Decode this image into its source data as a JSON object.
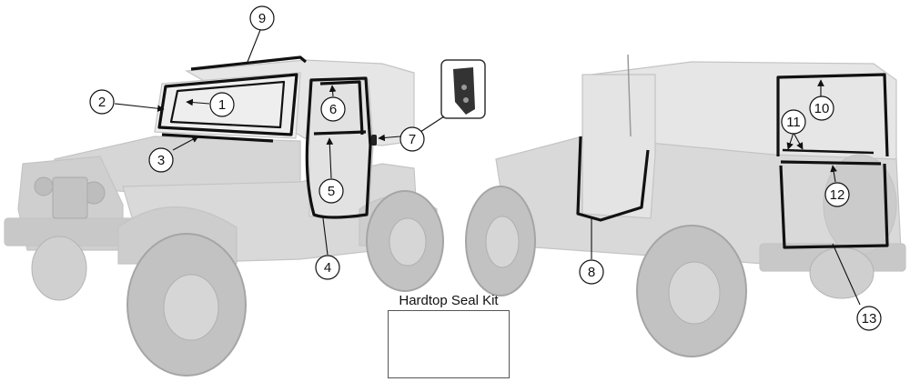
{
  "kit": {
    "title": "Hardtop Seal Kit"
  },
  "callouts": [
    {
      "id": "c1",
      "label": "1"
    },
    {
      "id": "c2",
      "label": "2"
    },
    {
      "id": "c3",
      "label": "3"
    },
    {
      "id": "c4",
      "label": "4"
    },
    {
      "id": "c5",
      "label": "5"
    },
    {
      "id": "c6",
      "label": "6"
    },
    {
      "id": "c7",
      "label": "7"
    },
    {
      "id": "c8",
      "label": "8"
    },
    {
      "id": "c9",
      "label": "9"
    },
    {
      "id": "c10",
      "label": "10"
    },
    {
      "id": "c11",
      "label": "11"
    },
    {
      "id": "c12",
      "label": "12"
    },
    {
      "id": "c13",
      "label": "13"
    }
  ],
  "colors": {
    "vehicle": "#dcdcdc",
    "vehicle_dark": "#b5b5b5",
    "seal": "#111111",
    "kit_seal": "#c96a3a"
  }
}
